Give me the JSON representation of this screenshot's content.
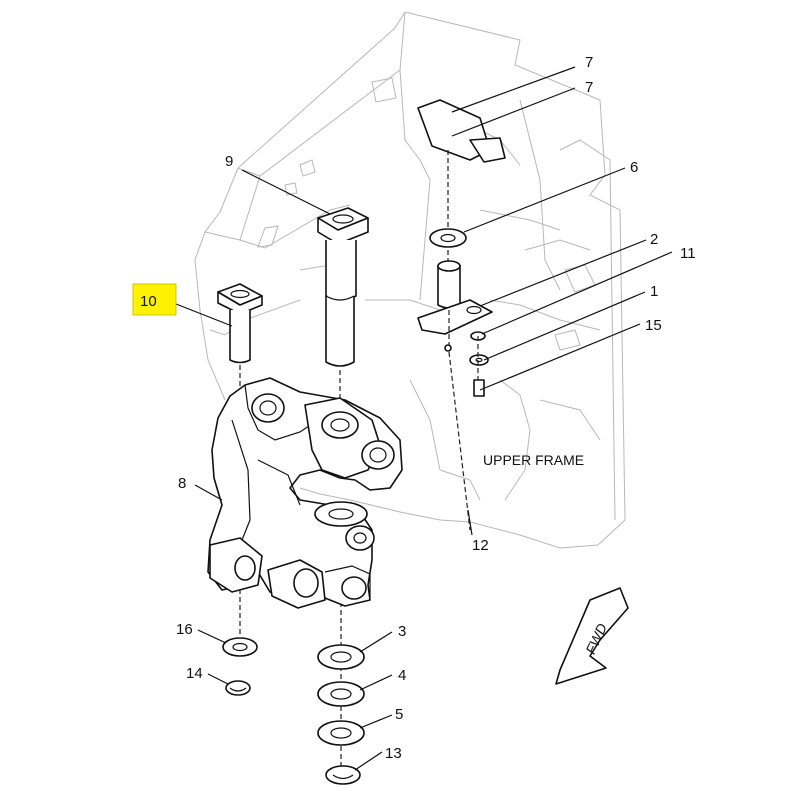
{
  "diagram": {
    "frame_label": "UPPER FRAME",
    "direction_label": "FWD",
    "highlight_color": "#fff200",
    "highlighted_callout": "10",
    "callouts": [
      {
        "id": "c7a",
        "label": "7"
      },
      {
        "id": "c7b",
        "label": "7"
      },
      {
        "id": "c9",
        "label": "9"
      },
      {
        "id": "c6",
        "label": "6"
      },
      {
        "id": "c2",
        "label": "2"
      },
      {
        "id": "c11",
        "label": "11"
      },
      {
        "id": "c10",
        "label": "10"
      },
      {
        "id": "c1",
        "label": "1"
      },
      {
        "id": "c15",
        "label": "15"
      },
      {
        "id": "c8",
        "label": "8"
      },
      {
        "id": "c12",
        "label": "12"
      },
      {
        "id": "c16",
        "label": "16"
      },
      {
        "id": "c3",
        "label": "3"
      },
      {
        "id": "c14",
        "label": "14"
      },
      {
        "id": "c4",
        "label": "4"
      },
      {
        "id": "c5",
        "label": "5"
      },
      {
        "id": "c13",
        "label": "13"
      }
    ]
  }
}
